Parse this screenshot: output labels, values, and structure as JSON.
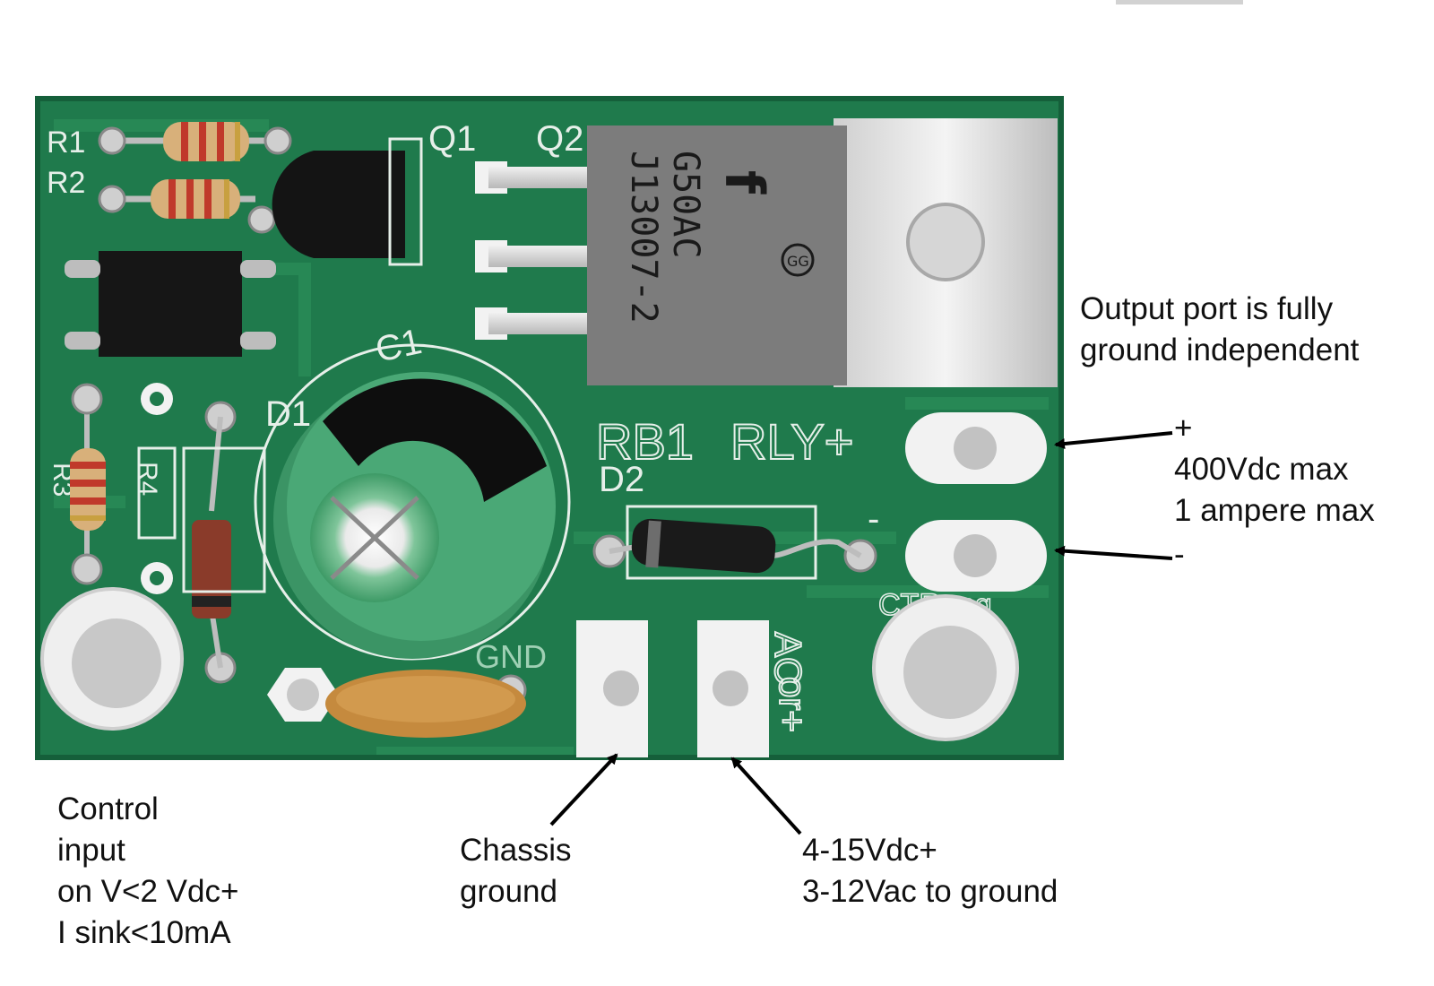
{
  "board": {
    "silkscreen": {
      "r1": "R1",
      "r2": "R2",
      "r3": "R3",
      "r4": "R4",
      "q1": "Q1",
      "q2": "Q2",
      "c1": "C1",
      "d1": "D1",
      "d2": "D2",
      "rb1": "RB1",
      "rly": "RLY+",
      "minus": "-",
      "gnd": "GND",
      "ac": "AC",
      "or_plus": "or+",
      "brand": "CTReng"
    },
    "transistor_marking": {
      "line1": "G50AC",
      "line2": "J13007-2",
      "badge": "GG"
    },
    "colors": {
      "pcb": "#1f7a4c",
      "pcb_dark": "#155f3a",
      "pad": "#f2f2f2",
      "silk": "#e6efe9"
    }
  },
  "annotations": {
    "output_note": [
      "Output port is fully",
      "ground independent"
    ],
    "output_plus": [
      "+",
      "400Vdc max",
      "1 ampere max"
    ],
    "output_minus": "-",
    "control_input": [
      "Control",
      "input",
      "on V<2 Vdc+",
      "I sink<10mA"
    ],
    "chassis_ground": [
      "Chassis",
      "ground"
    ],
    "supply": [
      "4-15Vdc+",
      "3-12Vac to ground"
    ]
  }
}
